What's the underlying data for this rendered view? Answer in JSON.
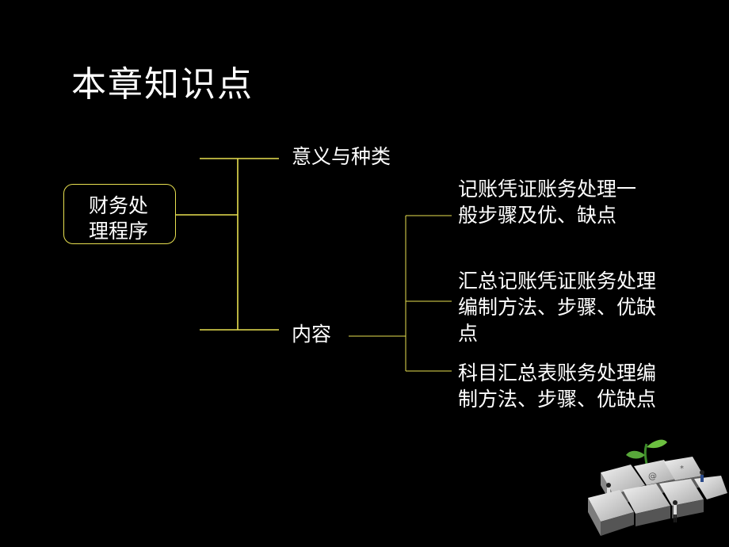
{
  "slide": {
    "title": "本章知识点",
    "root": "财务处理程序",
    "branch_meaning": "意义与种类",
    "branch_content": "内容",
    "leaves": [
      "记账凭证账务处理一般步骤及优、缺点",
      "汇总记账凭证账务处理编制方法、步骤、优缺点",
      "科目汇总表账务处理编制方法、步骤、优缺点"
    ]
  },
  "colors": {
    "background": "#000000",
    "line": "#e8e050",
    "text": "#ffffff"
  },
  "icons": [
    "keyboard-keys-sprout-illustration"
  ]
}
